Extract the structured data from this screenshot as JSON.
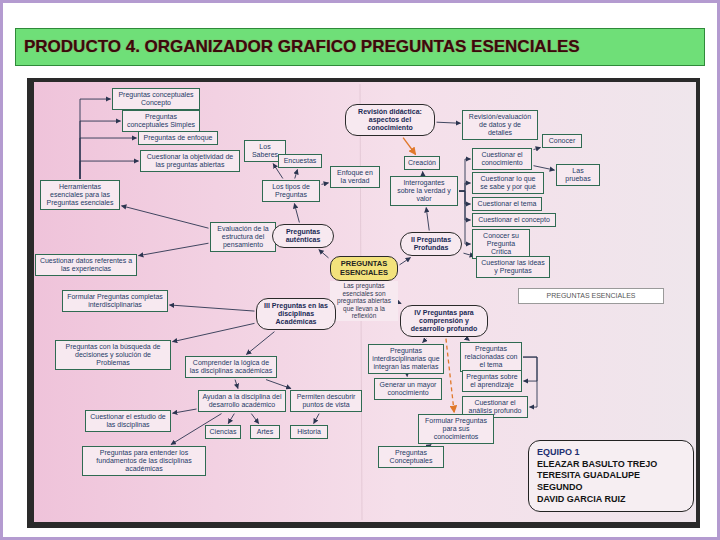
{
  "diagram": {
    "title": "PRODUCTO 4. ORGANIZADOR GRAFICO PREGUNTAS ESENCIALES",
    "nodes": [
      {
        "text": [
          "Preguntas conceptuales Concepto"
        ]
      },
      {
        "text": [
          "Preguntas conceptuales Simples"
        ]
      },
      {
        "text": [
          "Preguntas de enfoque"
        ]
      },
      {
        "text": [
          "Cuestionar la objetividad de las preguntas abiertas"
        ]
      },
      {
        "text": [
          "Herramientas esenciales para las Preguntas esenciales"
        ]
      },
      {
        "text": [
          "Los Saberes"
        ]
      },
      {
        "text": [
          "Encuestas"
        ]
      },
      {
        "text": [
          "Enfoque en la verdad"
        ]
      },
      {
        "text": [
          "Los tipos de Preguntas"
        ]
      },
      {
        "text": [
          "Evaluación de la estructura del pensamiento"
        ]
      },
      {
        "text": [
          "Preguntas auténticas"
        ]
      },
      {
        "text": [
          "Cuestionar datos referentes a las experiencias"
        ]
      },
      {
        "text": [
          "Formular Preguntas completas interdisciplinarias"
        ]
      },
      {
        "text": [
          "Revisión didáctica: aspectos del conocimiento"
        ]
      },
      {
        "text": [
          "Revisión/evaluación de datos y de detalles"
        ]
      },
      {
        "text": [
          "Conocer"
        ]
      },
      {
        "text": [
          "Cuestionar el conocimiento"
        ]
      },
      {
        "text": [
          "Las pruebas"
        ]
      },
      {
        "text": [
          "Creación"
        ]
      },
      {
        "text": [
          "Interrogantes sobre la verdad y valor"
        ]
      },
      {
        "text": [
          "Cuestionar lo que se sabe y por qué"
        ]
      },
      {
        "text": [
          "Cuestionar el tema"
        ]
      },
      {
        "text": [
          "Cuestionar el concepto"
        ]
      },
      {
        "text": [
          "Conocer su Pregunta Crítica"
        ]
      },
      {
        "text": [
          "Cuestionar las ideas y Preguntas"
        ]
      },
      {
        "text": [
          "II Preguntas Profundas"
        ]
      },
      {
        "text": [
          "PREGUNTAS ESENCIALES",
          "Las preguntas esenciales son preguntas abiertas que llevan a la reflexión"
        ]
      },
      {
        "text": [
          "III Preguntas en las disciplinas Académicas"
        ]
      },
      {
        "text": [
          "IV Preguntas para comprensión y desarrollo profundo"
        ]
      },
      {
        "text": [
          "Preguntas con la búsqueda de decisiones y solución de Problemas"
        ]
      },
      {
        "text": [
          "Comprender la lógica de las disciplinas académicas"
        ]
      },
      {
        "text": [
          "Ayudan a la disciplina del desarrollo académico"
        ]
      },
      {
        "text": [
          "Permiten descubrir puntos de vista"
        ]
      },
      {
        "text": [
          "Ciencias"
        ]
      },
      {
        "text": [
          "Artes"
        ]
      },
      {
        "text": [
          "Historia"
        ]
      },
      {
        "text": [
          "Cuestionar el estudio de las disciplinas"
        ]
      },
      {
        "text": [
          "Preguntas para entender los fundamentos de las disciplinas académicas"
        ]
      },
      {
        "text": [
          "Preguntas interdisciplinarias que integran las materias"
        ]
      },
      {
        "text": [
          "Generar un mayor conocimiento"
        ]
      },
      {
        "text": [
          "Preguntas relacionadas con el tema"
        ]
      },
      {
        "text": [
          "Preguntas sobre el aprendizaje"
        ]
      },
      {
        "text": [
          "Cuestionar el análisis profundo"
        ]
      },
      {
        "text": [
          "Formular Preguntas para sus conocimientos"
        ]
      },
      {
        "text": [
          "Preguntas Conceptuales"
        ]
      },
      {
        "text": [
          "PREGUNTAS ESENCIALES"
        ]
      },
      {
        "text": [
          "EQUIPO 1",
          "ELEAZAR BASULTO TREJO",
          "TERESITA GUADALUPE SEGUNDO",
          "DAVID GARCIA RUIZ"
        ]
      }
    ],
    "edges": [
      {
        "from": 26,
        "to": 10,
        "arrow": "to"
      },
      {
        "from": 26,
        "to": 25,
        "arrow": "to"
      },
      {
        "from": 26,
        "to": 27,
        "arrow": "to"
      },
      {
        "from": 26,
        "to": 28,
        "arrow": "to"
      },
      {
        "from": 10,
        "to": 9,
        "arrow": "to"
      },
      {
        "from": 10,
        "to": 8,
        "arrow": "to"
      },
      {
        "from": 8,
        "to": 5,
        "arrow": "to"
      },
      {
        "from": 8,
        "to": 6,
        "arrow": "to"
      },
      {
        "from": 8,
        "to": 7,
        "arrow": "to"
      },
      {
        "from": 9,
        "to": 4,
        "arrow": "to"
      },
      {
        "from": 4,
        "to": 0,
        "arrow": "to"
      },
      {
        "from": 4,
        "to": 1,
        "arrow": "to"
      },
      {
        "from": 4,
        "to": 2,
        "arrow": "to"
      },
      {
        "from": 4,
        "to": 3,
        "arrow": "to"
      },
      {
        "from": 9,
        "to": 11,
        "arrow": "to"
      },
      {
        "from": 27,
        "to": 12,
        "arrow": "to"
      },
      {
        "from": 27,
        "to": 29,
        "arrow": "to"
      },
      {
        "from": 27,
        "to": 30,
        "arrow": "to"
      },
      {
        "from": 30,
        "to": 31,
        "arrow": "to"
      },
      {
        "from": 30,
        "to": 32,
        "arrow": "to"
      },
      {
        "from": 31,
        "to": 33,
        "arrow": "to"
      },
      {
        "from": 31,
        "to": 34,
        "arrow": "to"
      },
      {
        "from": 32,
        "to": 35,
        "arrow": "to"
      },
      {
        "from": 31,
        "to": 36,
        "arrow": "to"
      },
      {
        "from": 31,
        "to": 37,
        "arrow": "to"
      },
      {
        "from": 13,
        "to": 18,
        "arrow": "to"
      },
      {
        "from": 25,
        "to": 19,
        "arrow": "to"
      },
      {
        "from": 19,
        "to": 18,
        "arrow": "to"
      },
      {
        "from": 19,
        "to": 16,
        "arrow": "to"
      },
      {
        "from": 19,
        "to": 20,
        "arrow": "to"
      },
      {
        "from": 19,
        "to": 21,
        "arrow": "to"
      },
      {
        "from": 19,
        "to": 22,
        "arrow": "to"
      },
      {
        "from": 19,
        "to": 23,
        "arrow": "to"
      },
      {
        "from": 25,
        "to": 24,
        "arrow": "to"
      },
      {
        "from": 16,
        "to": 15,
        "arrow": "to"
      },
      {
        "from": 16,
        "to": 17,
        "arrow": "to"
      },
      {
        "from": 13,
        "to": 14,
        "arrow": "to"
      },
      {
        "from": 28,
        "to": 38,
        "arrow": "to"
      },
      {
        "from": 28,
        "to": 40,
        "arrow": "to"
      },
      {
        "from": 38,
        "to": 39,
        "arrow": "to"
      },
      {
        "from": 40,
        "to": 41,
        "arrow": "to"
      },
      {
        "from": 40,
        "to": 42,
        "arrow": "to"
      },
      {
        "from": 28,
        "to": 43,
        "arrow": "to"
      },
      {
        "from": 43,
        "to": 44,
        "arrow": "to"
      }
    ]
  }
}
